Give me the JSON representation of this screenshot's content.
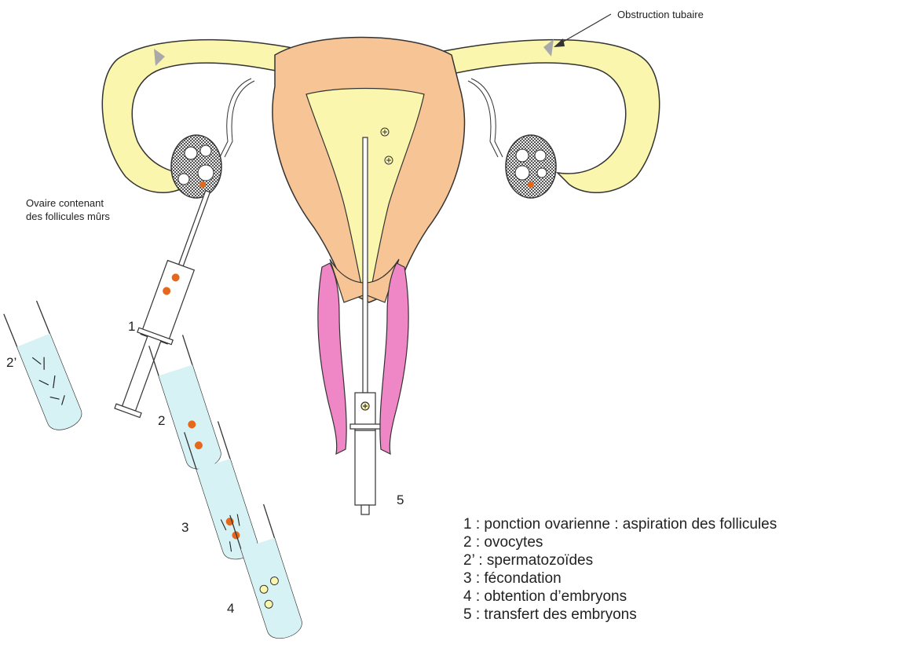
{
  "labels": {
    "obstruction": "Obstruction tubaire",
    "ovary_line1": "Ovaire contenant",
    "ovary_line2": "des follicules mûrs",
    "n1": "1",
    "n2": "2",
    "n2p": "2’",
    "n3": "3",
    "n4": "4",
    "n5": "5"
  },
  "legend": [
    "1 : ponction ovarienne : aspiration des follicules",
    "2 : ovocytes",
    "2’ : spermatozoïdes",
    "3 : fécondation",
    "4 : obtention d’embryons",
    "5 : transfert des embryons"
  ],
  "colors": {
    "tube_yellow": "#faf6ad",
    "uterus_peach": "#f7c595",
    "vagina_pink": "#ef86c6",
    "test_tube_fluid": "#d7f2f4",
    "ovocyte_orange": "#e5681f",
    "blockage_grey": "#a9a9a9"
  }
}
